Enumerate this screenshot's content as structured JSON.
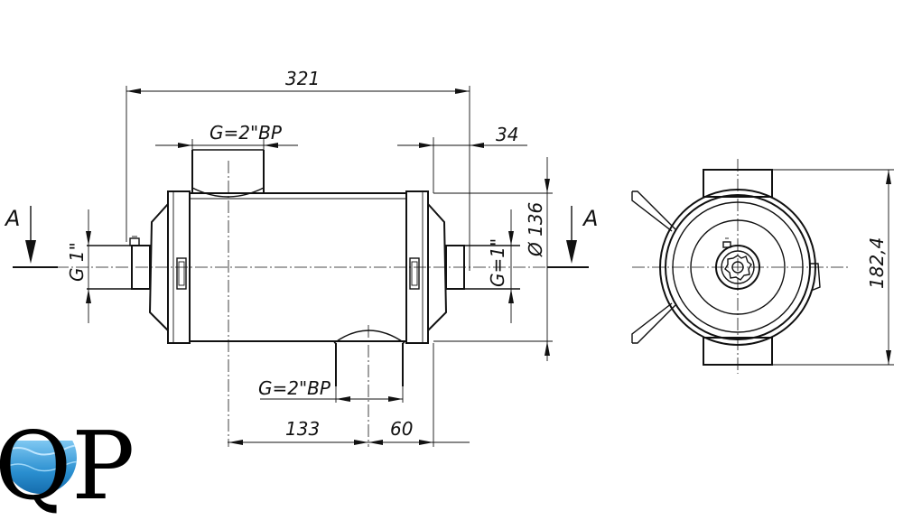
{
  "dimensions": {
    "total_length": "321",
    "top_port_offset": "34",
    "top_port_thread": "G=2\"ВР",
    "bottom_port_thread": "G=2\"ВР",
    "left_port_thread": "G 1\"",
    "right_port_thread": "G=1\"",
    "body_diameter": "Ø 136",
    "end_height": "182,4",
    "dim_133": "133",
    "dim_60": "60"
  },
  "section_marks": {
    "left": "A",
    "right": "A"
  },
  "logo": {
    "letters": "QP",
    "water_color": "#2a8fd0"
  }
}
